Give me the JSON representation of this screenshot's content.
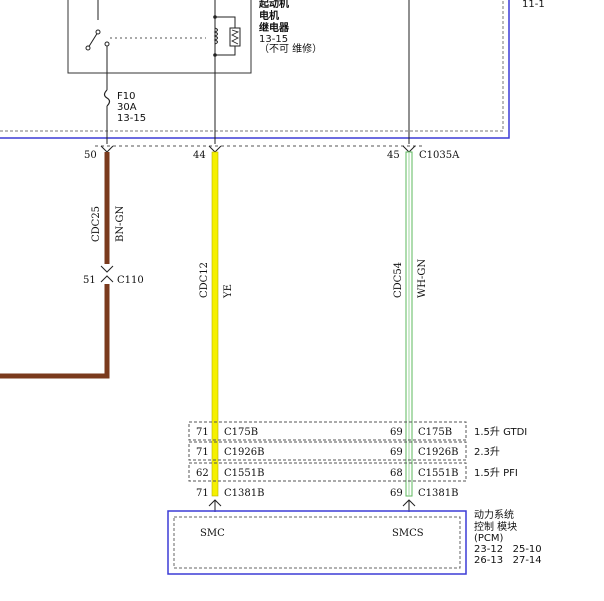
{
  "colors": {
    "blue_border": "#3b3bd6",
    "brown": "#7a3a1d",
    "yellow": "#f5f000",
    "green_white": "#9ed49e",
    "dashed": "#555555"
  },
  "top_right_ref": "11-1",
  "relay": {
    "name_line1": "起动机",
    "name_line2": "电机",
    "name_line3": "继电器",
    "ref": "13-15",
    "note": "（不可 维修）"
  },
  "fuse": {
    "name": "F10",
    "rating": "30A",
    "ref": "13-15"
  },
  "connectors": {
    "pin50": "50",
    "pin44": "44",
    "pin45": "45",
    "c1035a": "C1035A",
    "pin51": "51",
    "c110": "C110"
  },
  "wires": {
    "w1_circuit": "CDC25",
    "w1_color": "BN-GN",
    "w2_circuit": "CDC12",
    "w2_color": "YE",
    "w3_circuit": "CDC54",
    "w3_color": "WH-GN"
  },
  "variant_rows": [
    {
      "pin_left": "71",
      "conn_left": "C175B",
      "pin_right": "69",
      "conn_right": "C175B",
      "engine": "1.5升 GTDI"
    },
    {
      "pin_left": "71",
      "conn_left": "C1926B",
      "pin_right": "69",
      "conn_right": "C1926B",
      "engine": "2.3升"
    },
    {
      "pin_left": "62",
      "conn_left": "C1551B",
      "pin_right": "68",
      "conn_right": "C1551B",
      "engine": "1.5升 PFI"
    }
  ],
  "pcm_connector": {
    "pin_left": "71",
    "conn_left": "C1381B",
    "pin_right": "69",
    "conn_right": "C1381B"
  },
  "pcm": {
    "signal_left": "SMC",
    "signal_right": "SMCS",
    "name_line1": "动力系统",
    "name_line2": "控制 模块",
    "name_line3": "(PCM)",
    "ref_line1": "23-12   25-10",
    "ref_line2": "26-13   27-14"
  }
}
